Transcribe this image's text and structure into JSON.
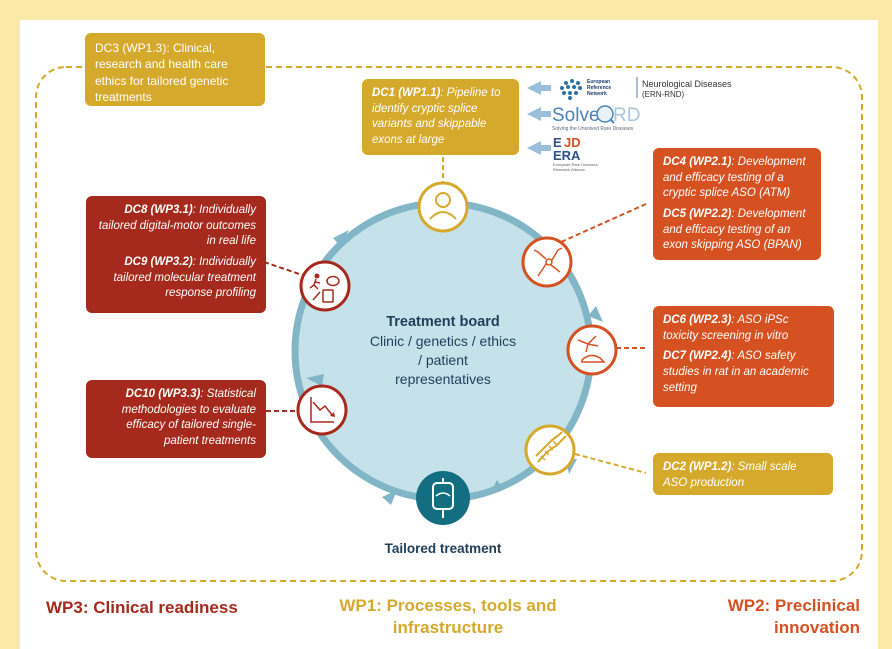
{
  "boxes": {
    "dc3": {
      "text": "DC3 (WP1.3): Clinical, research and health care ethics for tailored genetic treatments"
    },
    "dc1": {
      "code": "DC1 (WP1.1)",
      "desc": ": Pipeline to identify cryptic splice variants and skippable exons at large"
    },
    "dc4": {
      "code": "DC4 (WP2.1)",
      "desc": ": Development and efficacy testing of a cryptic splice ASO (ATM)"
    },
    "dc5": {
      "code": "DC5 (WP2.2)",
      "desc": ": Development and efficacy testing of an exon skipping ASO (BPAN)"
    },
    "dc8": {
      "code": "DC8 (WP3.1)",
      "desc": ": Individually tailored digital-motor outcomes in real life"
    },
    "dc9": {
      "code": "DC9 (WP3.2)",
      "desc": ": Individually tailored molecular treatment response profiling"
    },
    "dc6": {
      "code": "DC6 (WP2.3)",
      "desc": ": ASO iPSc toxicity screening in vitro"
    },
    "dc7": {
      "code": "DC7 (WP2.4)",
      "desc": ": ASO safety studies in rat in an academic setting"
    },
    "dc10": {
      "code": "DC10 (WP3.3)",
      "desc": ": Statistical methodologies to evaluate efficacy of tailored single-patient treatments"
    },
    "dc2": {
      "code": "DC2 (WP1.2)",
      "desc": ": Small scale ASO production"
    }
  },
  "center": {
    "title": "Treatment board",
    "line1": "Clinic / genetics / ethics",
    "line2": "/ patient",
    "line3": "representatives"
  },
  "bottom_label": "Tailored treatment",
  "logos": {
    "ern_small": [
      "European",
      "Reference",
      "Network"
    ],
    "ern_title": "Neurological Diseases",
    "ern_sub": "(ERN-RND)",
    "solve_a": "Solve",
    "solve_b": "RD",
    "solve_tag": "Solving the Unsolved Rare Diseases",
    "ejp_a": "E",
    "ejp_b": "JD",
    "ejp_c": "ERA",
    "ejp_tag1": "European Rare Diseases",
    "ejp_tag2": "Research Alliance"
  },
  "work_packages": {
    "wp3": "WP3: Clinical readiness",
    "wp1_line1": "WP1: Processes, tools and",
    "wp1_line2": "infrastructure",
    "wp2_line1": "WP2: Preclinical",
    "wp2_line2": "innovation"
  },
  "colors": {
    "gold": "#d5a92c",
    "dark_red": "#a52a1d",
    "orange": "#d65122",
    "circle_fill": "#c5e2ea",
    "circle_stroke": "#82b6c7",
    "teal": "#146e82",
    "navy": "#1e3e5a",
    "background": "#fbe9a9"
  },
  "icons": [
    "person-icon",
    "neuron-icon",
    "neuron-rat-icon",
    "dna-icon",
    "iv-bag-icon",
    "declining-chart-icon",
    "runner-brain-clipboard-icon"
  ]
}
